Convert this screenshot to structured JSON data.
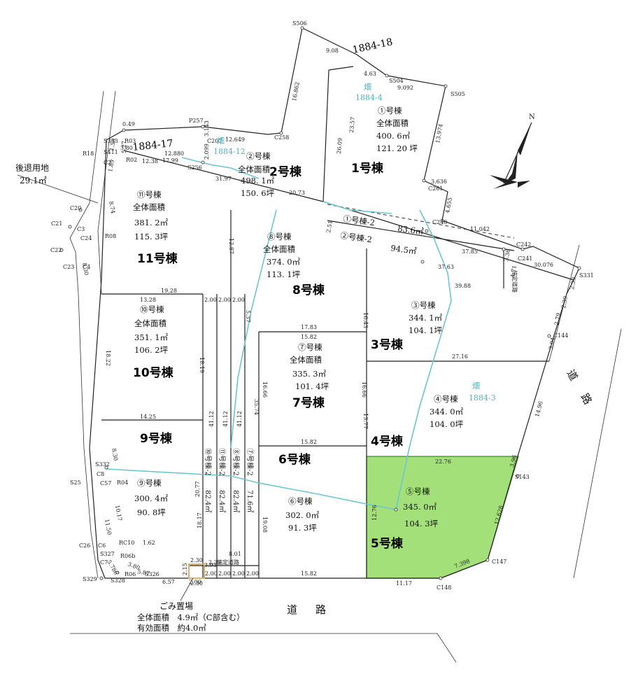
{
  "colors": {
    "highlight": "#a3e07a",
    "highlight_stroke": "#3a8a2a",
    "cyan": "#6cc6d2",
    "trash": "#d9b56a"
  },
  "parcels": {
    "p1": {
      "no": "①号棟",
      "label": "全体面積",
      "area": "400. 6㎡",
      "tsubo": "121. 20 坪",
      "big": "1号棟"
    },
    "p2": {
      "no": "②号棟",
      "label": "全体面積",
      "area": "498. 1㎡",
      "tsubo": "150. 6坪",
      "big": "2号棟"
    },
    "p3": {
      "no": "③号棟",
      "area": "344. 1㎡",
      "tsubo": "104. 1坪",
      "big": "3号棟"
    },
    "p4": {
      "no": "④号棟",
      "area": "344. 0㎡",
      "tsubo": "104. 0坪",
      "big": "4号棟"
    },
    "p5": {
      "no": "⑤号棟",
      "area": "345. 0㎡",
      "tsubo": "104. 3坪",
      "big": "5号棟"
    },
    "p6": {
      "no": "⑥号棟",
      "area": "302. 0㎡",
      "tsubo": "91. 3坪",
      "big": "6号棟"
    },
    "p7": {
      "no": "⑦号棟",
      "label": "全体面積",
      "area": "335. 3㎡",
      "tsubo": "101. 4坪",
      "big": "7号棟"
    },
    "p8": {
      "no": "⑧号棟",
      "label": "全体面積",
      "area": "374. 0㎡",
      "tsubo": "113. 1坪",
      "big": "8号棟"
    },
    "p9": {
      "no": "⑨号棟",
      "area": "300. 4㎡",
      "tsubo": "90. 8坪",
      "big": "9号棟"
    },
    "p10": {
      "no": "⑩号棟",
      "label": "全体面積",
      "area": "351. 1㎡",
      "tsubo": "106. 2坪",
      "big": "10号棟"
    },
    "p11": {
      "no": "⑪号棟",
      "label": "全体面積",
      "area": "381. 2㎡",
      "tsubo": "115. 3坪",
      "big": "11号棟"
    }
  },
  "lots": {
    "l1884_18": "1884-18",
    "l1884_17": "1884-17",
    "hatake": "畑",
    "l1884_4": "1884-4",
    "l1884_12": "1884-12",
    "l1884_3": "1884-3"
  },
  "strips": {
    "s1": {
      "label": "①号棟-2",
      "area": "83.6㎡"
    },
    "s2": {
      "label": "②号棟-2",
      "area": "94.5㎡"
    },
    "v10": "⑩号棟-2",
    "v10a": "82.4㎡",
    "v11": "⑪号棟-2",
    "v11a": "82.4㎡",
    "v8": "⑧号棟-2",
    "v8a": "82.4㎡",
    "v7": "⑦号棟-2",
    "v7a": "71.6㎡"
  },
  "setback": {
    "label": "後退用地",
    "area": "29.1㎡"
  },
  "road": {
    "c1": "道",
    "c2": "路"
  },
  "road_right": {
    "c1": "道",
    "c2": "路"
  },
  "trash": {
    "title": "ごみ置場",
    "line1": "全体面積　4.9㎡（C部含む）",
    "line2": "有効面積　約4.0㎡"
  },
  "narrow_road": "協定道路",
  "north": "N",
  "dims": [
    "9.08",
    "4.63",
    "9.092",
    "16.862",
    "23.57",
    "26.09",
    "13.974",
    "3.636",
    "4.655",
    "11.042",
    "37.85",
    "37.63",
    "30.076",
    "3.36",
    "4.71",
    "2.39",
    "2.39",
    "2.79",
    "3.04",
    "39.88",
    "27.16",
    "22.76",
    "3.96",
    "14.96",
    "12.628",
    "7.398",
    "11.17",
    "15.82",
    "17.83",
    "15.82",
    "15.82",
    "19.28",
    "13.28",
    "14.25",
    "18.19",
    "18.22",
    "20.77",
    "41.12",
    "41.12",
    "41.12",
    "35.74",
    "16.66",
    "16.66",
    "13.77",
    "16.43",
    "17.99",
    "31.97",
    "20.73",
    "12.87",
    "5.37",
    "2.00",
    "2.00",
    "2.00",
    "2.00",
    "2.00",
    "2.00",
    "2.00",
    "2.00",
    "8.01",
    "6.57",
    "2.30",
    "2.30",
    "2.15",
    "1.62",
    "3.80",
    "5.87",
    "0.49",
    "12.649",
    "3.143",
    "2.099",
    "12.880",
    "12.38",
    "5.27",
    "1.58",
    "1.89",
    "8.74",
    "8.30",
    "8.30",
    "11.50",
    "10.17",
    "5.786",
    "12.76",
    "18.17",
    "3.93",
    "19.08",
    "2.51",
    "3.80",
    "2.30"
  ],
  "points": [
    "S506",
    "S504",
    "S505",
    "C261",
    "C240",
    "C242",
    "C241",
    "S331",
    "C144",
    "S143",
    "C147",
    "C148",
    "C258",
    "C207",
    "P257",
    "S256",
    "S333",
    "S411",
    "C2",
    "R18",
    "C20",
    "C21",
    "C3",
    "C24",
    "C22",
    "C23",
    "C4",
    "S332",
    "C8",
    "C57",
    "S25",
    "C26",
    "C6",
    "S327",
    "C7",
    "S329",
    "S328",
    "R06",
    "R04",
    "R08",
    "RC10",
    "S326",
    "R02",
    "R03",
    "R06b"
  ],
  "subdiv_note": "協定道路"
}
